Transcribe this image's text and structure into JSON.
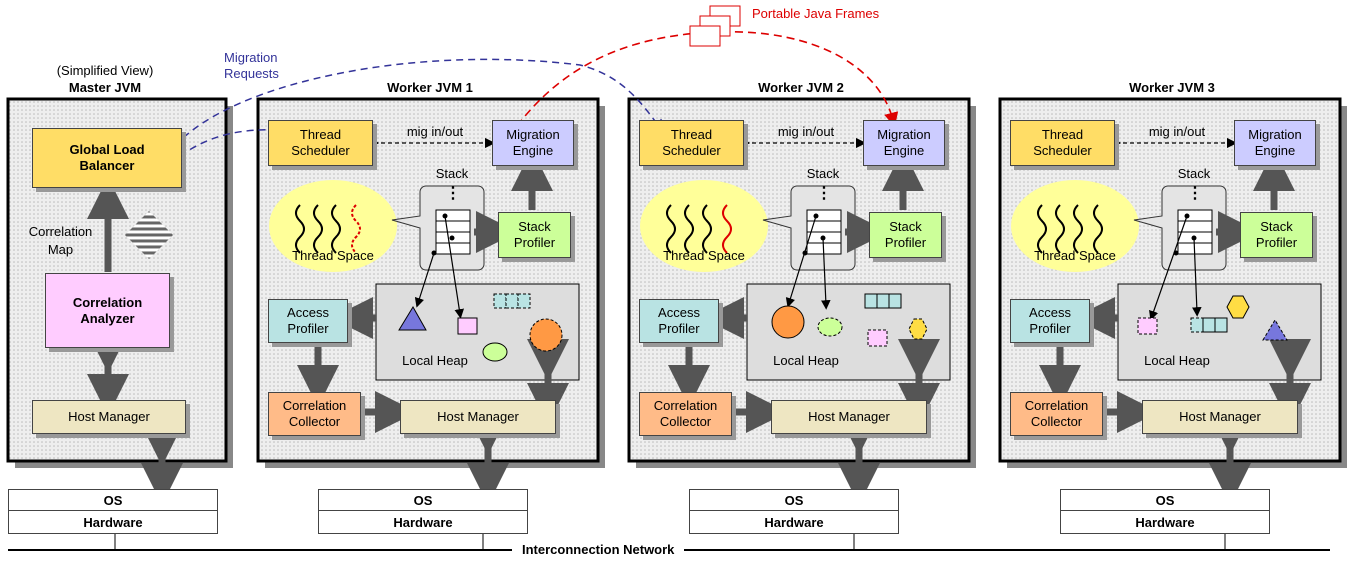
{
  "network_label": "Interconnection Network",
  "portable_frames_label": "Portable Java Frames",
  "migration_requests_label": "Migration\nRequests",
  "master": {
    "subtitle": "(Simplified View)",
    "title": "Master JVM",
    "global_lb": "Global Load\nBalancer",
    "correlation_map": "Correlation\nMap",
    "correlation_analyzer": "Correlation\nAnalyzer",
    "host_manager": "Host Manager",
    "os": "OS",
    "hardware": "Hardware"
  },
  "workers": [
    {
      "title": "Worker JVM 1"
    },
    {
      "title": "Worker JVM 2"
    },
    {
      "title": "Worker JVM 3"
    }
  ],
  "worker_labels": {
    "thread_scheduler": "Thread\nScheduler",
    "mig_in_out": "mig in/out",
    "migration_engine": "Migration\nEngine",
    "stack": "Stack",
    "stack_profiler": "Stack\nProfiler",
    "thread_space": "Thread Space",
    "access_profiler": "Access\nProfiler",
    "local_heap": "Local Heap",
    "correlation_collector": "Correlation\nCollector",
    "host_manager": "Host Manager",
    "os": "OS",
    "hardware": "Hardware",
    "stack_dots": "⋮"
  },
  "colors": {
    "frame_border": "#000",
    "arrow_gray": "#555555",
    "migration_blue": "#333399",
    "frames_red": "#dd0000",
    "thread_space_fill": "#ffff99",
    "heap_fill": "#dddddd"
  }
}
